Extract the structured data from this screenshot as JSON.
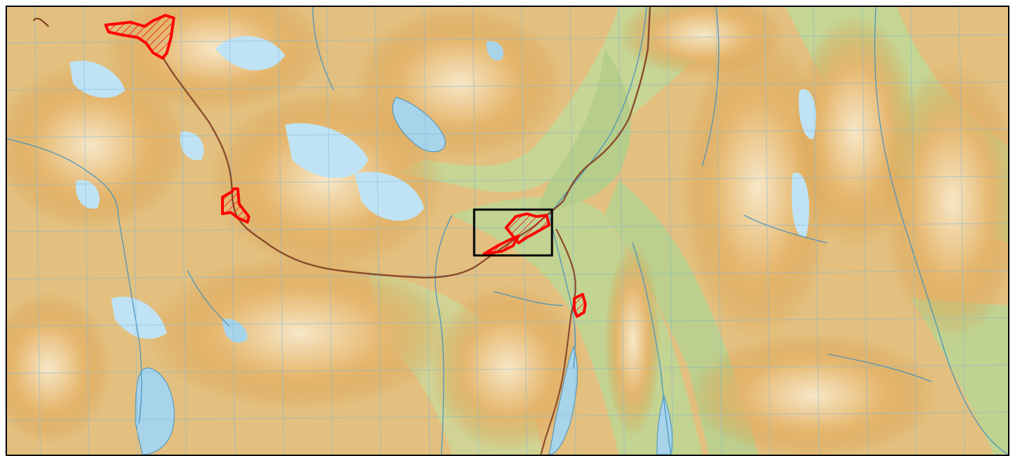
{
  "map": {
    "type": "topographic",
    "features": {
      "terrain_colors": {
        "valley_floor": "#cfd79a",
        "lowland_green": "#b9cf8c",
        "slope_tan": "#e8c98c",
        "ridge_orange": "#d89a45",
        "peak_light": "#f6e7c7",
        "water": "#a8d4ea",
        "glacier": "#bfe3f4"
      },
      "grid_line_color": "#7fb7d9",
      "river_color": "#3f8fbf",
      "road_color": "#8a4b2b",
      "highlight_color": "#ff0000",
      "frame_color": "#000000"
    },
    "highlighted_areas_count": 5,
    "inset_box": "study-area-box"
  }
}
